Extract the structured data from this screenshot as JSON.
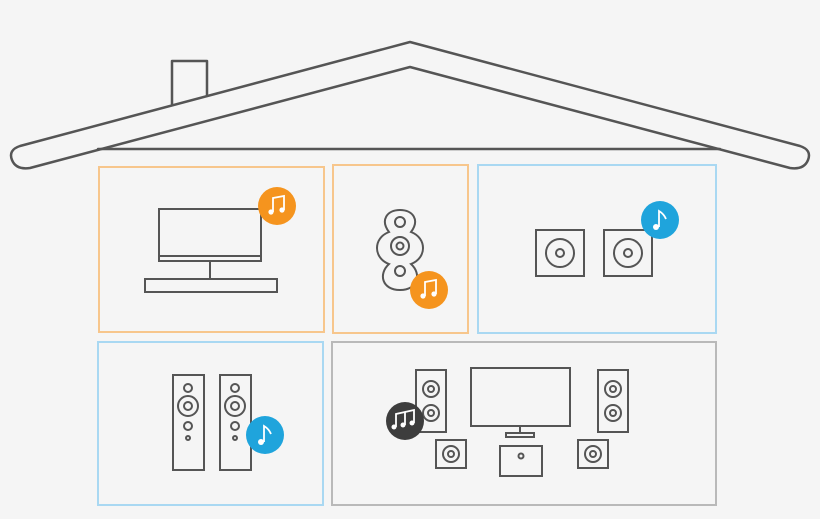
{
  "colors": {
    "background": "#f5f5f5",
    "line": "#555555",
    "orange": "#f5941e",
    "orange_border": "#f7c68c",
    "blue": "#1fa4dc",
    "blue_border": "#a9d8f2",
    "dark": "#3d3d3d",
    "gray_border": "#b9b9b9"
  },
  "rooms": [
    {
      "name": "tv-soundbar-room",
      "zone_color": "orange",
      "badge": "music-note-icon"
    },
    {
      "name": "stacked-speaker-room",
      "zone_color": "orange",
      "badge": "music-note-icon"
    },
    {
      "name": "bookshelf-speakers-room",
      "zone_color": "blue",
      "badge": "music-note-icon"
    },
    {
      "name": "floorstanding-speakers-room",
      "zone_color": "blue",
      "badge": "music-note-icon"
    },
    {
      "name": "home-theater-room",
      "zone_color": "dark",
      "badge": "music-notes-icon"
    }
  ]
}
